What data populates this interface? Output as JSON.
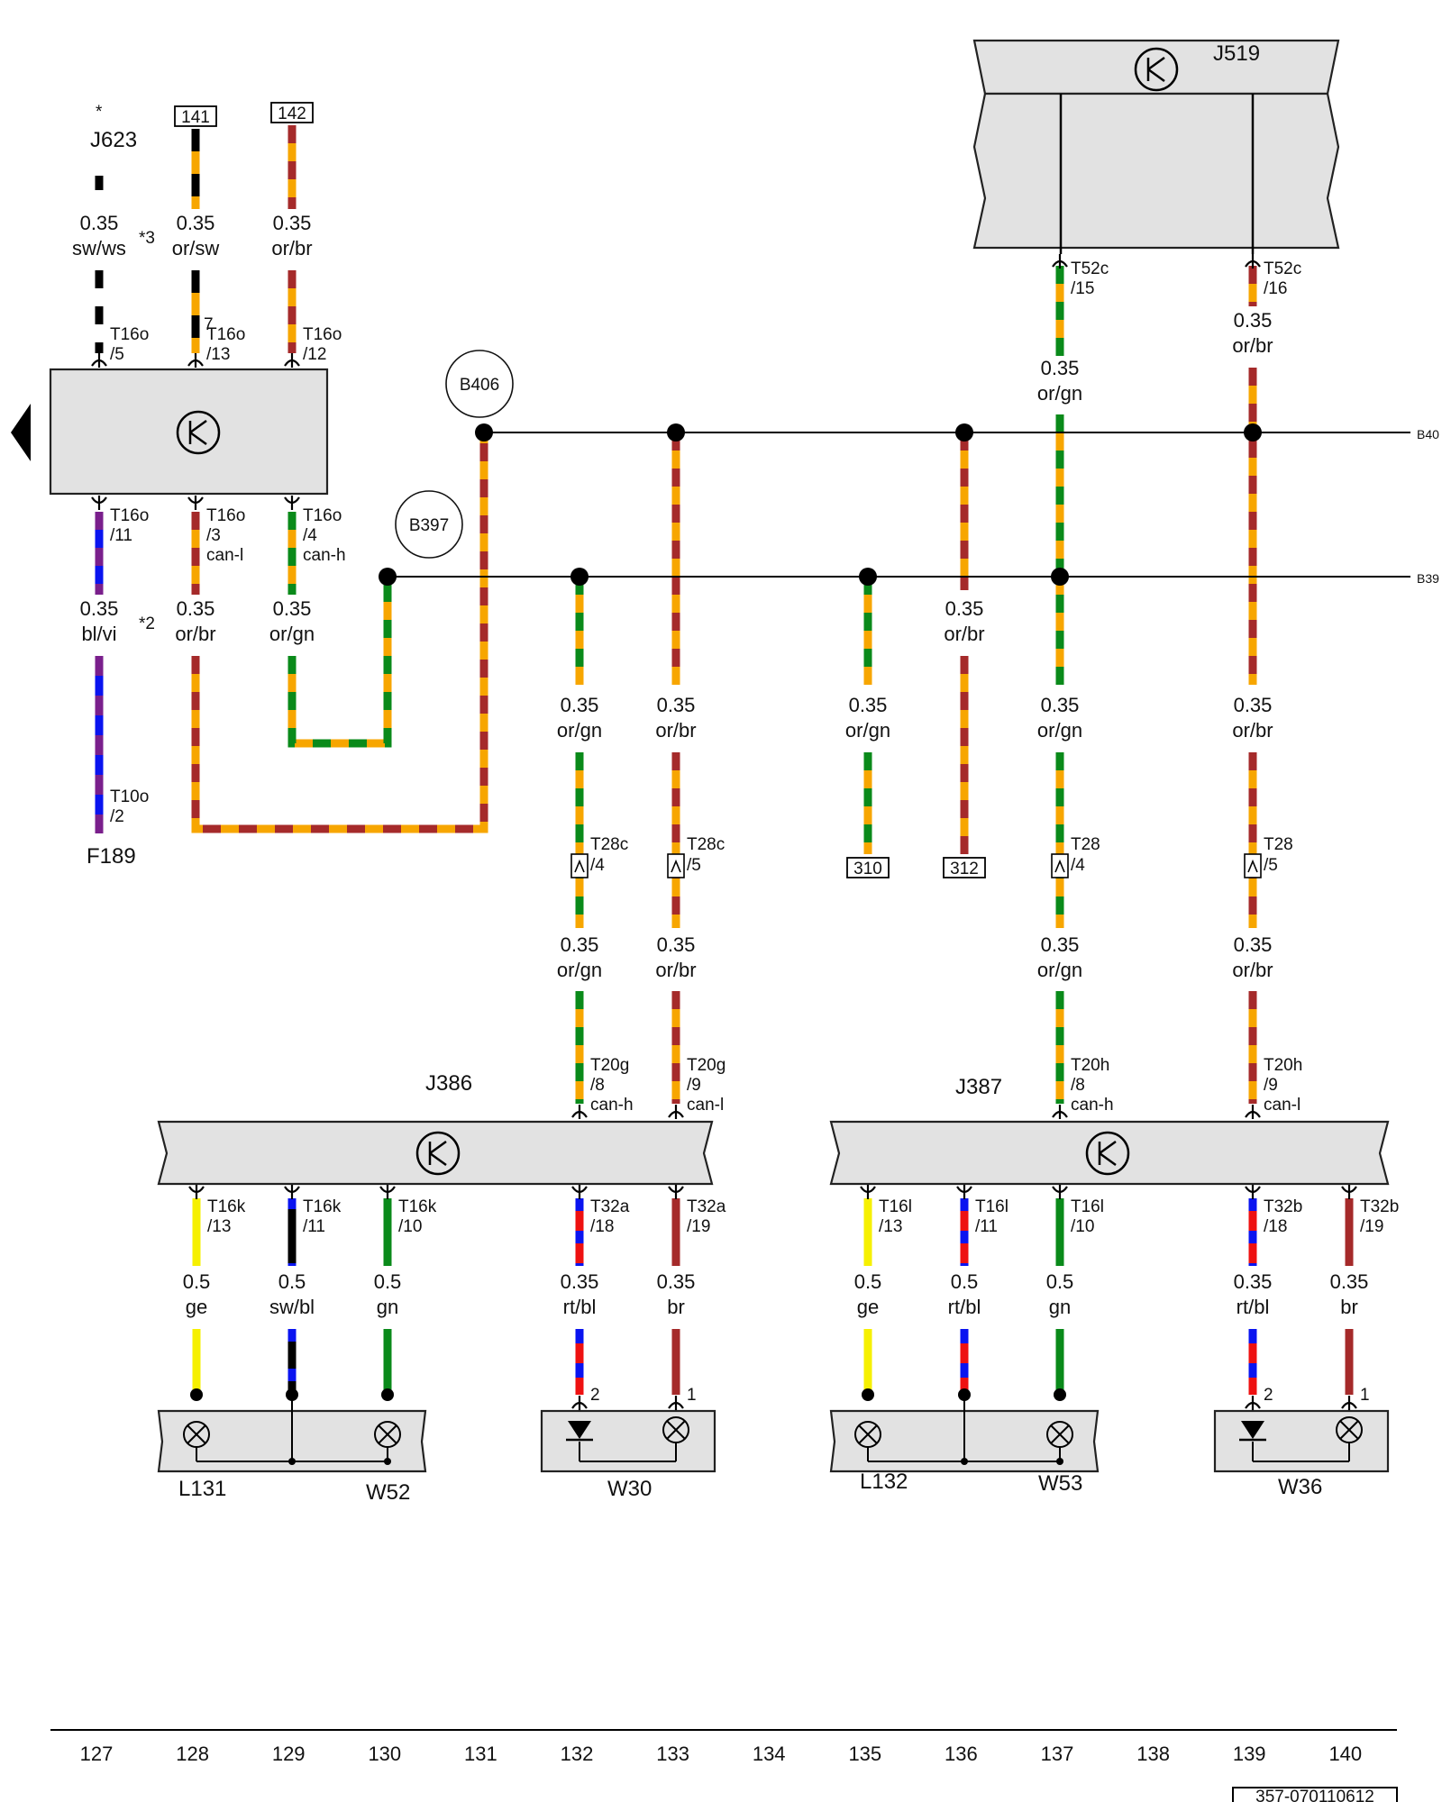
{
  "components": {
    "J519": "J519",
    "J623": "J623",
    "J623_star": "*",
    "J386": "J386",
    "J387": "J387",
    "F189": "F189",
    "L131": "L131",
    "W52": "W52",
    "W30": "W30",
    "L132": "L132",
    "W53": "W53",
    "W36": "W36"
  },
  "ground_points": {
    "B406": "B406",
    "B397": "B397",
    "B406_edge": "B40",
    "B397_edge": "B39"
  },
  "references": {
    "r141": "141",
    "r142": "142",
    "r310": "310",
    "r312": "312"
  },
  "footnotes": {
    "n2": "*2",
    "n3": "*3",
    "n7": "7"
  },
  "pins": {
    "t16o_5": [
      "T16o",
      "/5"
    ],
    "t16o_13": [
      "T16o",
      "/13"
    ],
    "t16o_12": [
      "T16o",
      "/12"
    ],
    "t16o_11": [
      "T16o",
      "/11"
    ],
    "t16o_3": [
      "T16o",
      "/3",
      "can-l"
    ],
    "t16o_4": [
      "T16o",
      "/4",
      "can-h"
    ],
    "t10o_2": [
      "T10o",
      "/2"
    ],
    "t52c_15": [
      "T52c",
      "/15"
    ],
    "t52c_16": [
      "T52c",
      "/16"
    ],
    "t28c_4": [
      "T28c",
      "/4"
    ],
    "t28c_5": [
      "T28c",
      "/5"
    ],
    "t28_4": [
      "T28",
      "/4"
    ],
    "t28_5": [
      "T28",
      "/5"
    ],
    "t20g_8": [
      "T20g",
      "/8",
      "can-h"
    ],
    "t20g_9": [
      "T20g",
      "/9",
      "can-l"
    ],
    "t20h_8": [
      "T20h",
      "/8",
      "can-h"
    ],
    "t20h_9": [
      "T20h",
      "/9",
      "can-l"
    ],
    "t16k_13": [
      "T16k",
      "/13"
    ],
    "t16k_11": [
      "T16k",
      "/11"
    ],
    "t16k_10": [
      "T16k",
      "/10"
    ],
    "t32a_18": [
      "T32a",
      "/18"
    ],
    "t32a_19": [
      "T32a",
      "/19"
    ],
    "t16l_13": [
      "T16l",
      "/13"
    ],
    "t16l_11": [
      "T16l",
      "/11"
    ],
    "t16l_10": [
      "T16l",
      "/10"
    ],
    "t32b_18": [
      "T32b",
      "/18"
    ],
    "t32b_19": [
      "T32b",
      "/19"
    ],
    "w30_2": "2",
    "w30_1": "1",
    "w36_2": "2",
    "w36_1": "1"
  },
  "wires": {
    "sw_ws_top": [
      "0.35",
      "sw/ws"
    ],
    "or_sw_top": [
      "0.35",
      "or/sw"
    ],
    "or_br_top": [
      "0.35",
      "or/br"
    ],
    "bl_vi": [
      "0.35",
      "bl/vi"
    ],
    "or_br_128": [
      "0.35",
      "or/br"
    ],
    "or_gn_129": [
      "0.35",
      "or/gn"
    ],
    "j519_or_gn": [
      "0.35",
      "or/gn"
    ],
    "j519_or_br": [
      "0.35",
      "or/br"
    ],
    "mid_136": [
      "0.35",
      "or/br"
    ],
    "c132_a": [
      "0.35",
      "or/gn"
    ],
    "c133_a": [
      "0.35",
      "or/br"
    ],
    "c135_a": [
      "0.35",
      "or/gn"
    ],
    "c137_a": [
      "0.35",
      "or/gn"
    ],
    "c139_a": [
      "0.35",
      "or/br"
    ],
    "c132_b": [
      "0.35",
      "or/gn"
    ],
    "c133_b": [
      "0.35",
      "or/br"
    ],
    "c137_b": [
      "0.35",
      "or/gn"
    ],
    "c139_b": [
      "0.35",
      "or/br"
    ],
    "j386_128": [
      "0.5",
      "ge"
    ],
    "j386_129": [
      "0.5",
      "sw/bl"
    ],
    "j386_130": [
      "0.5",
      "gn"
    ],
    "j386_132": [
      "0.35",
      "rt/bl"
    ],
    "j386_133": [
      "0.35",
      "br"
    ],
    "j387_135": [
      "0.5",
      "ge"
    ],
    "j387_136": [
      "0.5",
      "rt/bl"
    ],
    "j387_137": [
      "0.5",
      "gn"
    ],
    "j387_139": [
      "0.35",
      "rt/bl"
    ],
    "j387_140": [
      "0.35",
      "br"
    ]
  },
  "columns": [
    "127",
    "128",
    "129",
    "130",
    "131",
    "132",
    "133",
    "134",
    "135",
    "136",
    "137",
    "138",
    "139",
    "140"
  ],
  "drawing_number": "357-070110612",
  "colors": {
    "orange": "#f7a600",
    "brown": "#a52a2a",
    "green": "#0a8a1a",
    "black": "#000000",
    "white": "#ffffff",
    "blue": "#0a14f0",
    "violet": "#7a1f8c",
    "red": "#ee1111",
    "yellow": "#f6f000",
    "box_grey": "#e2e2e2"
  }
}
